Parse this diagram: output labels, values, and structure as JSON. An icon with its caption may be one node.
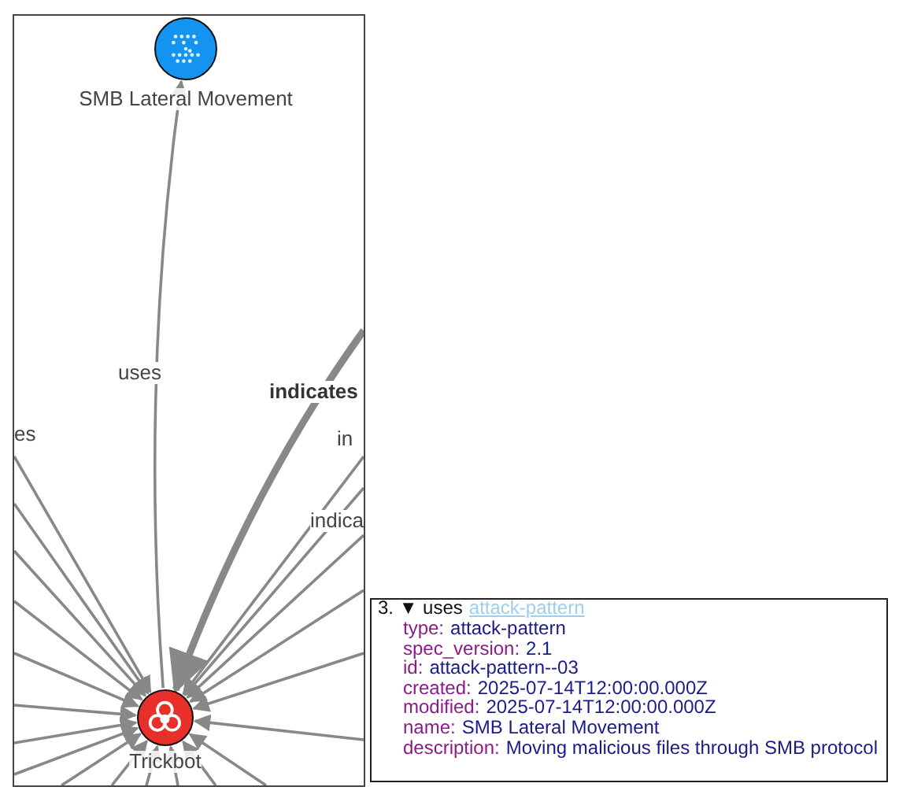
{
  "diagram": {
    "nodes": [
      {
        "text": [
          "SMB Lateral Movement"
        ]
      },
      {
        "text": [
          "Trickbot"
        ]
      }
    ],
    "edges": [
      {
        "from": 1,
        "to": 0,
        "arrow": "to",
        "label": "uses"
      },
      {
        "from": null,
        "to": 1,
        "arrow": "to",
        "label": "indicates",
        "style": "thick"
      },
      {
        "from": null,
        "to": 1,
        "arrow": "to",
        "label": "in"
      },
      {
        "from": null,
        "to": 1,
        "arrow": "to",
        "label": "indica"
      },
      {
        "from": null,
        "to": 1,
        "arrow": "to",
        "label": "es"
      },
      {
        "from": null,
        "to": 1,
        "arrow": "to"
      },
      {
        "from": null,
        "to": 1,
        "arrow": "to"
      },
      {
        "from": null,
        "to": 1,
        "arrow": "to"
      },
      {
        "from": null,
        "to": 1,
        "arrow": "to"
      },
      {
        "from": null,
        "to": 1,
        "arrow": "to"
      },
      {
        "from": null,
        "to": 1,
        "arrow": "to"
      },
      {
        "from": null,
        "to": 1,
        "arrow": "to"
      },
      {
        "from": null,
        "to": 1,
        "arrow": "to"
      },
      {
        "from": null,
        "to": 1,
        "arrow": "to"
      },
      {
        "from": null,
        "to": 1,
        "arrow": "to"
      },
      {
        "from": null,
        "to": 1,
        "arrow": "to"
      },
      {
        "from": null,
        "to": 1,
        "arrow": "to"
      },
      {
        "from": null,
        "to": 1,
        "arrow": "to"
      },
      {
        "from": null,
        "to": 1,
        "arrow": "to"
      },
      {
        "from": null,
        "to": 1,
        "arrow": "to"
      },
      {
        "from": null,
        "to": 1,
        "arrow": "to"
      },
      {
        "from": null,
        "to": 1,
        "arrow": "to"
      }
    ],
    "labels": [
      "3. ▼ uses",
      "attack-pattern",
      "type:",
      "attack-pattern",
      "spec_version:",
      "2.1",
      "id:",
      "attack-pattern--03",
      "created:",
      "2025-07-14T12:00:00.000Z",
      "modified:",
      "2025-07-14T12:00:00.000Z",
      "name:",
      "SMB Lateral Movement",
      "description:",
      "Moving malicious files through SMB protocol"
    ]
  }
}
